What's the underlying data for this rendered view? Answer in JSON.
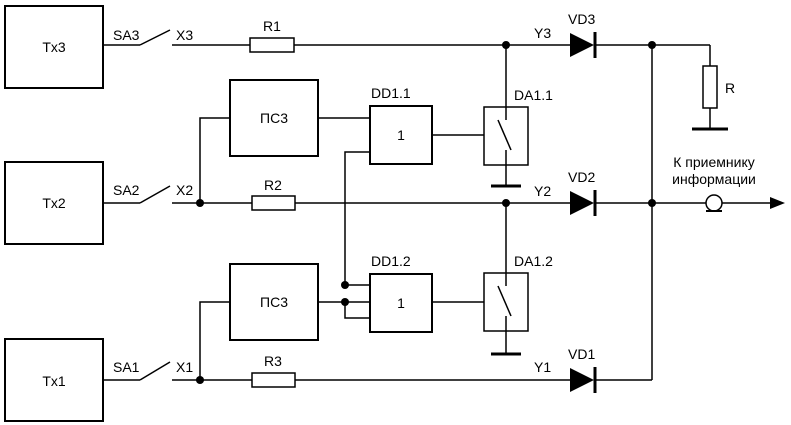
{
  "sources": [
    {
      "label": "Tx3"
    },
    {
      "label": "Tx2"
    },
    {
      "label": "Tx1"
    }
  ],
  "switches": [
    {
      "label": "SA3"
    },
    {
      "label": "SA2"
    },
    {
      "label": "SA1"
    }
  ],
  "nodes": {
    "x3": "X3",
    "x2": "X2",
    "x1": "X1",
    "y3": "Y3",
    "y2": "Y2",
    "y1": "Y1"
  },
  "resistors": {
    "r1": "R1",
    "r2": "R2",
    "r3": "R3",
    "r": "R"
  },
  "diodes": {
    "vd1": "VD1",
    "vd2": "VD2",
    "vd3": "VD3"
  },
  "pulse_blocks": {
    "top": "ПС3",
    "bottom": "ПС3"
  },
  "logic": {
    "dd11_name": "DD1.1",
    "dd11_value": "1",
    "dd12_name": "DD1.2",
    "dd12_value": "1"
  },
  "analog_switches": {
    "da11": "DA1.1",
    "da12": "DA1.2"
  },
  "receiver": {
    "line1": "К приемнику",
    "line2": "информации"
  }
}
